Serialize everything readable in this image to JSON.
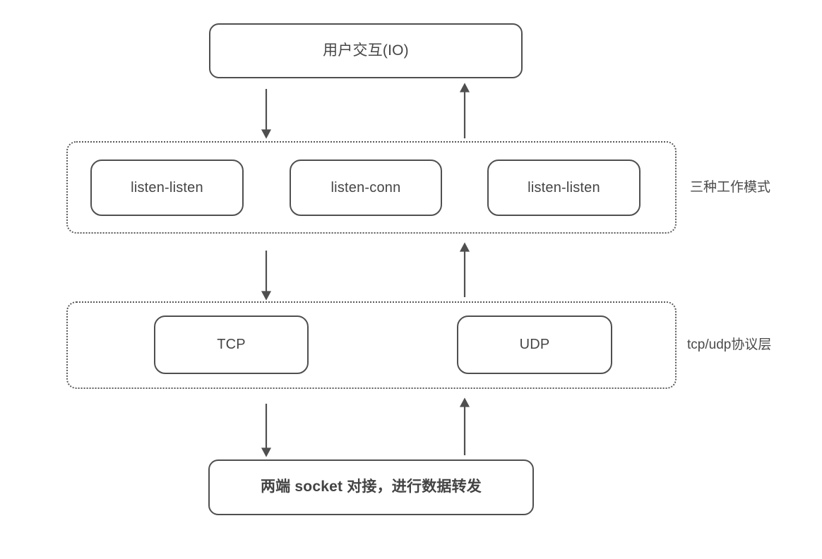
{
  "diagram": {
    "title_node": {
      "label": "用户交互(IO)"
    },
    "groups": [
      {
        "name": "working-modes",
        "side_label": "三种工作模式",
        "nodes": [
          {
            "label": "listen-listen"
          },
          {
            "label": "listen-conn"
          },
          {
            "label": "listen-listen"
          }
        ]
      },
      {
        "name": "protocol-layer",
        "side_label": "tcp/udp协议层",
        "nodes": [
          {
            "label": "TCP"
          },
          {
            "label": "UDP"
          }
        ]
      }
    ],
    "bottom_node": {
      "label": "两端 socket 对接，进行数据转发"
    },
    "connections": [
      {
        "name": "io-to-modes-down",
        "direction": "down"
      },
      {
        "name": "modes-to-io-up",
        "direction": "up"
      },
      {
        "name": "modes-to-proto-down",
        "direction": "down"
      },
      {
        "name": "proto-to-modes-up",
        "direction": "up"
      },
      {
        "name": "proto-to-socket-down",
        "direction": "down"
      },
      {
        "name": "socket-to-proto-up",
        "direction": "up"
      }
    ],
    "colors": {
      "stroke": "#4f4f4f",
      "dotted_stroke": "#5a5a5a",
      "text": "#454545",
      "background": "#ffffff"
    }
  }
}
